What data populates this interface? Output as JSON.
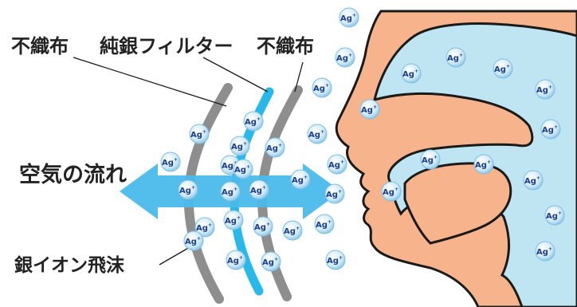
{
  "labels": {
    "nonwoven_left": "不織布",
    "silver_filter": "純銀フィルター",
    "nonwoven_right": "不織布",
    "airflow": "空気の流れ",
    "silver_ion_spray": "銀イオン飛沫"
  },
  "ion": {
    "symbol": "Ag",
    "charge": "+"
  },
  "colors": {
    "skin": "#f7b48c",
    "airway": "#bfe5f3",
    "outline": "#1a1a1a",
    "filter_gray": "#8e8e8e",
    "silver_filter": "#29b8ea",
    "arrow": "#4ab9ea",
    "ion_fill": "#d6eefa",
    "ion_text": "#1d3f8a"
  }
}
